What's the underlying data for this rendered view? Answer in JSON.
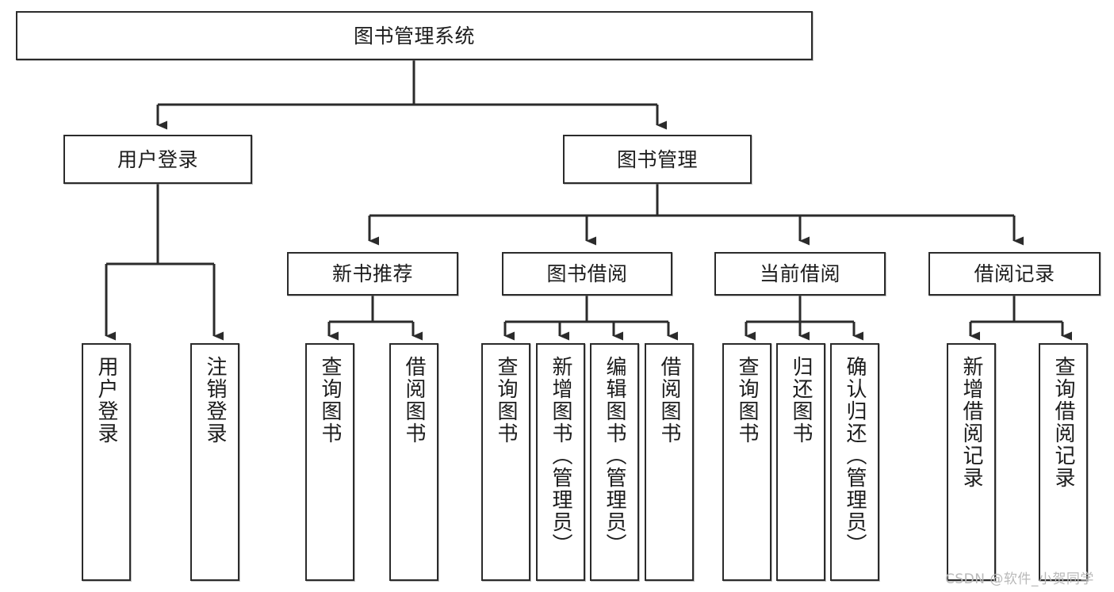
{
  "diagram": {
    "title": "图书管理系统",
    "type": "hierarchy-tree",
    "root": {
      "id": "root",
      "label": "图书管理系统"
    },
    "level2": [
      {
        "id": "user-login",
        "label": "用户登录"
      },
      {
        "id": "book-manage",
        "label": "图书管理"
      }
    ],
    "level3": [
      {
        "id": "new-book-rec",
        "label": "新书推荐"
      },
      {
        "id": "book-borrow",
        "label": "图书借阅"
      },
      {
        "id": "current-borrow",
        "label": "当前借阅"
      },
      {
        "id": "borrow-record",
        "label": "借阅记录"
      }
    ],
    "leaves": [
      {
        "id": "leaf-user-login",
        "label": "用户登录",
        "parent": "user-login"
      },
      {
        "id": "leaf-logout-login",
        "label": "注销登录",
        "parent": "user-login"
      },
      {
        "id": "leaf-query-book-1",
        "label": "查询图书",
        "parent": "new-book-rec"
      },
      {
        "id": "leaf-borrow-book-1",
        "label": "借阅图书",
        "parent": "new-book-rec"
      },
      {
        "id": "leaf-query-book-2",
        "label": "查询图书",
        "parent": "book-borrow"
      },
      {
        "id": "leaf-add-book",
        "label": "新增图书（管理员）",
        "parent": "book-borrow"
      },
      {
        "id": "leaf-edit-book",
        "label": "编辑图书（管理员）",
        "parent": "book-borrow"
      },
      {
        "id": "leaf-borrow-book-2",
        "label": "借阅图书",
        "parent": "book-borrow"
      },
      {
        "id": "leaf-query-book-3",
        "label": "查询图书",
        "parent": "current-borrow"
      },
      {
        "id": "leaf-return-book",
        "label": "归还图书",
        "parent": "current-borrow"
      },
      {
        "id": "leaf-confirm-return",
        "label": "确认归还（管理员）",
        "parent": "current-borrow"
      },
      {
        "id": "leaf-add-record",
        "label": "新增借阅记录",
        "parent": "borrow-record"
      },
      {
        "id": "leaf-query-record",
        "label": "查询借阅记录",
        "parent": "borrow-record"
      }
    ],
    "colors": {
      "stroke": "#2b2b2b",
      "fill": "#ffffff",
      "text": "#1c1c1c",
      "watermark": "#b9b9b9"
    }
  },
  "watermark": {
    "text": "CSDN @软件_小贺同学"
  }
}
